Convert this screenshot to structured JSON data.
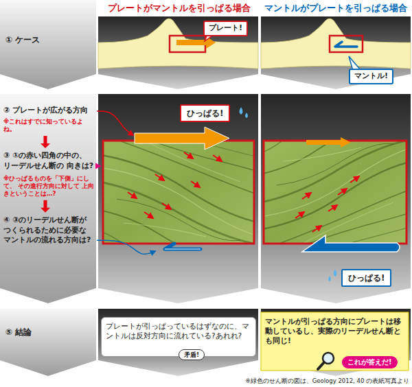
{
  "diagram": {
    "nodes": [
      {
        "text": [
          "① ケース"
        ]
      },
      {
        "text": [
          "プレート!"
        ]
      },
      {
        "text": [
          "マントル!"
        ]
      },
      {
        "text": [
          "② プレートが広がる方向",
          "※これはすでに知っているよね。",
          "③ ①の赤い四角の中の、 リーデルせん断の 向きは?",
          "※ひっぱるものを「下側」にして、 その進行方向に対して 上向きということは…?",
          "④ ③のリーデルせん断が つくられるために必要な マントルの流れる方向は?"
        ]
      },
      {
        "text": [
          "ひっぱる!"
        ]
      },
      {
        "text": [
          "ひっぱる!"
        ]
      },
      {
        "text": [
          "⑤ 結論"
        ]
      },
      {
        "text": [
          "プレートが引っぱっているはずなのに、マントルは反対方向に流れている?あれれ?"
        ]
      },
      {
        "text": [
          "矛盾!"
        ],
        "in": 7
      },
      {
        "text": [
          "マントルが引っぱる方向にプレートは移動しているし、実際のリーデルせん断とも同じ!"
        ]
      },
      {
        "text": [
          "これが答えだ!"
        ],
        "in": 9
      }
    ],
    "labels": [
      "プレートがマントルを引っぱる場合",
      "マントルがプレートを引っぱる場合",
      "※緑色のせん断の図は、Geology 2012, 40 の表紙写真より"
    ]
  }
}
